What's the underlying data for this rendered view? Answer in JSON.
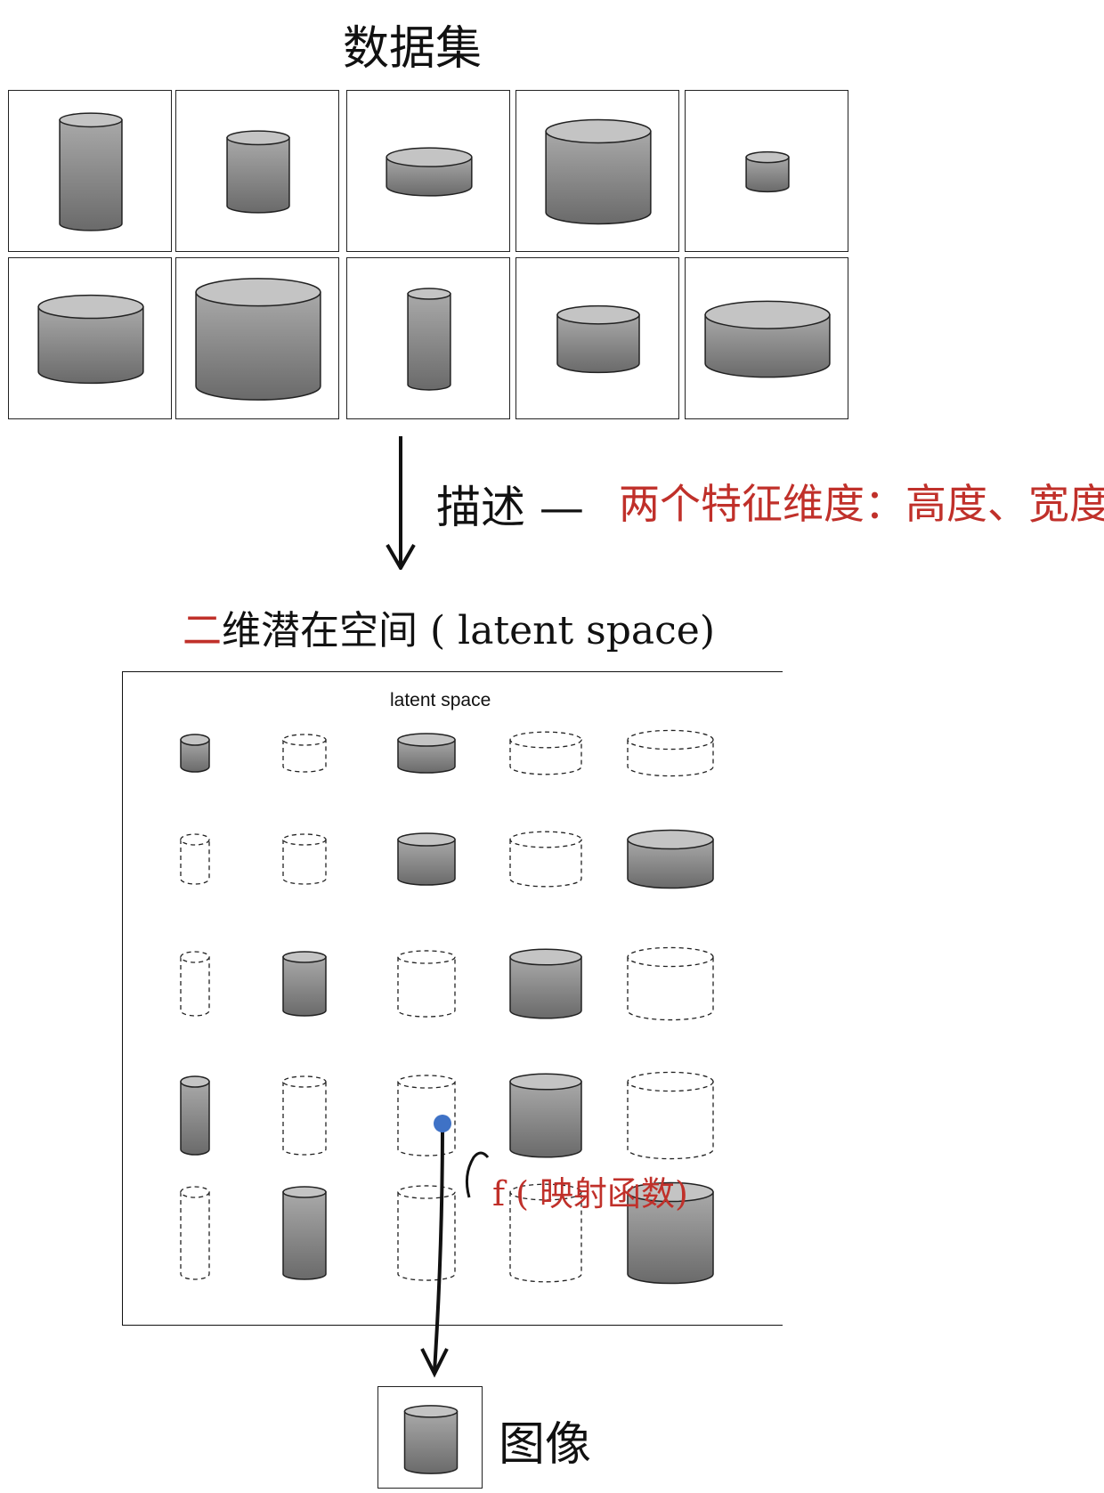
{
  "labels": {
    "dataset_title": "数据集",
    "describe": "描述 —",
    "dimensions": "两个特征维度：高度、宽度",
    "latent_title_prefix": "二",
    "latent_title_rest": "维潜在空间 ( latent space)",
    "latent_inner_title": "latent space",
    "mapping": "f ( 映射函数)",
    "image": "图像"
  },
  "colors": {
    "cylinder_top": "#c4c4c4",
    "cylinder_body_light": "#a9a9a9",
    "cylinder_body_dark": "#6a6a6a",
    "stroke": "#222222",
    "accent_red": "#c0302a",
    "point_blue": "#3f72c6"
  },
  "dataset": [
    {
      "w": 0.38,
      "h": 0.64
    },
    {
      "w": 0.38,
      "h": 0.42
    },
    {
      "w": 0.52,
      "h": 0.18
    },
    {
      "w": 0.64,
      "h": 0.5
    },
    {
      "w": 0.26,
      "h": 0.18
    },
    {
      "w": 0.64,
      "h": 0.4
    },
    {
      "w": 0.76,
      "h": 0.58
    },
    {
      "w": 0.26,
      "h": 0.56
    },
    {
      "w": 0.5,
      "h": 0.3
    },
    {
      "w": 0.76,
      "h": 0.3
    }
  ],
  "latent_grid": {
    "rows": [
      [
        "filled",
        "dashed",
        "filled",
        "dashed",
        "dashed"
      ],
      [
        "dashed",
        "dashed",
        "filled",
        "dashed",
        "filled"
      ],
      [
        "dashed",
        "filled",
        "dashed",
        "filled",
        "dashed"
      ],
      [
        "filled",
        "dashed",
        "dashed",
        "filled",
        "dashed"
      ],
      [
        "dashed",
        "filled",
        "dashed",
        "dashed",
        "filled"
      ]
    ],
    "selected_point": {
      "row": 3,
      "col": 2
    }
  },
  "output_image": {
    "w": 0.5,
    "h": 0.55
  }
}
